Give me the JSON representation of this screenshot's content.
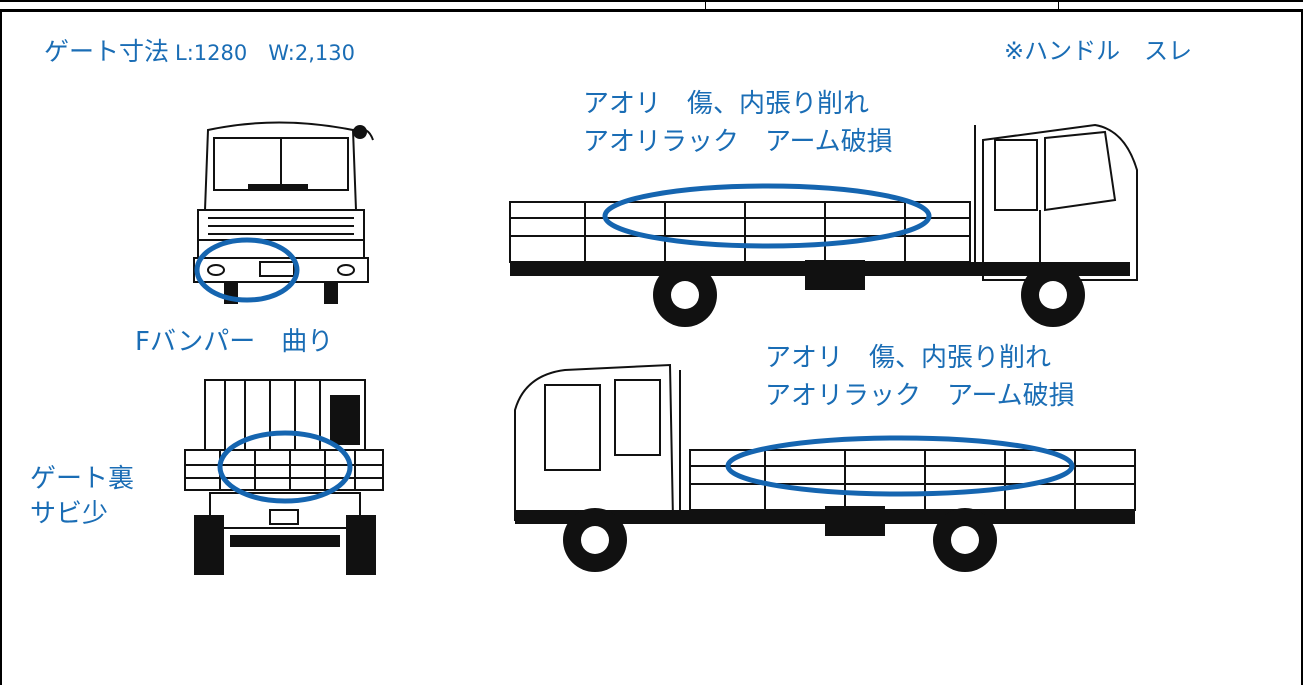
{
  "annotations": {
    "gate_size_label": "ゲート寸法",
    "gate_size_values": "L:1280　W:2,130",
    "handle_note": "※ハンドル　スレ",
    "side_top_line1": "アオリ　傷、内張り削れ",
    "side_top_line2": "アオリラック　アーム破損",
    "side_bottom_line1": "アオリ　傷、内張り削れ",
    "side_bottom_line2": "アオリラック　アーム破損",
    "front_bumper": "Fバンパー　曲り",
    "rear_gate_line1": "ゲート裏",
    "rear_gate_line2": "サビ少"
  },
  "colors": {
    "annotation_text": "#1a6db5",
    "marker_ellipse": "#1565b0",
    "line_art": "#111111"
  }
}
